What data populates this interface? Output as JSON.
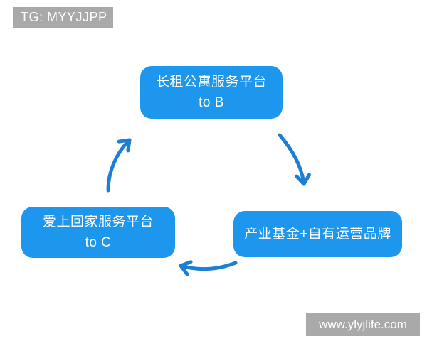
{
  "colors": {
    "node_fill": "#1d96ee",
    "node_text": "#ffffff",
    "arrow_stroke": "#1d7fd4",
    "label_background": "#a9a9a9",
    "label_text": "#ffffff",
    "canvas_background": "#ffffff"
  },
  "watermark_top": {
    "text": "TG: MYYJJPP"
  },
  "diagram": {
    "type": "cycle",
    "nodes": {
      "top": {
        "line1": "长租公寓服务平台",
        "line2": "to B"
      },
      "left": {
        "line1": "爱上回家服务平台",
        "line2": "to C"
      },
      "right": {
        "line1": "产业基金+自有运营品牌"
      }
    },
    "flow": [
      {
        "from": "top",
        "to": "right"
      },
      {
        "from": "right",
        "to": "left"
      },
      {
        "from": "left",
        "to": "top"
      }
    ]
  },
  "watermark_bottom": {
    "text": "www.ylyjlife.com"
  }
}
